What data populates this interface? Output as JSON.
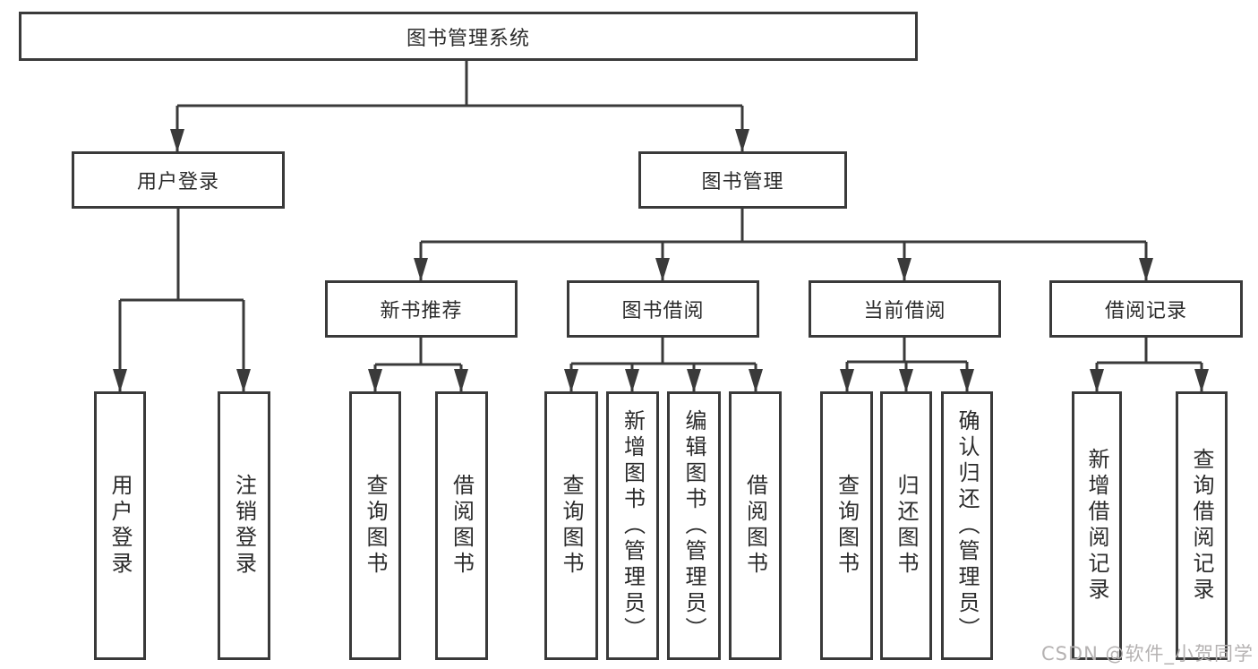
{
  "colors": {
    "line": "#3a3a3a",
    "box_border": "#3a3a3a",
    "text": "#2b2b2b",
    "watermark": "#b5b2b2",
    "background": "#ffffff"
  },
  "diagram": {
    "root": {
      "label": "图书管理系统"
    },
    "branches": [
      {
        "label": "用户登录",
        "children": [
          {
            "label": "用户登录"
          },
          {
            "label": "注销登录"
          }
        ]
      },
      {
        "label": "图书管理",
        "children": [
          {
            "label": "新书推荐",
            "children": [
              {
                "label": "查询图书"
              },
              {
                "label": "借阅图书"
              }
            ]
          },
          {
            "label": "图书借阅",
            "children": [
              {
                "label": "查询图书"
              },
              {
                "label": "新增图书（管理员）"
              },
              {
                "label": "编辑图书（管理员）"
              },
              {
                "label": "借阅图书"
              }
            ]
          },
          {
            "label": "当前借阅",
            "children": [
              {
                "label": "查询图书"
              },
              {
                "label": "归还图书"
              },
              {
                "label": "确认归还（管理员）"
              }
            ]
          },
          {
            "label": "借阅记录",
            "children": [
              {
                "label": "新增借阅记录"
              },
              {
                "label": "查询借阅记录"
              }
            ]
          }
        ]
      }
    ]
  },
  "watermark": {
    "text": "CSDN @软件_小贺同学"
  }
}
